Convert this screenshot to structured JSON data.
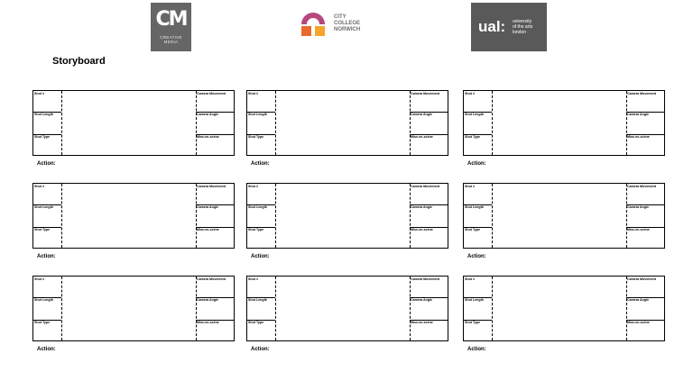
{
  "logos": {
    "cm": {
      "mark": "CM",
      "line1": "CREATIVE",
      "line2": "MEDIA"
    },
    "ccn": {
      "lines": [
        "CITY",
        "COLLEGE",
        "NORWICH"
      ],
      "colors": [
        "#b7477c",
        "#e86a2c",
        "#f4a52a"
      ]
    },
    "ual": {
      "mark": "ual:",
      "lines": [
        "university",
        "of the arts",
        "london"
      ]
    }
  },
  "page_title": "Storyboard",
  "panel_labels": {
    "shot_number": "Shot #",
    "shot_length": "Shot Length",
    "shot_type": "Shot Type",
    "camera_movement": "Camera Movement",
    "camera_angle": "Camera Angle",
    "mise_en_scene": "Mise-en-scène"
  },
  "action_label": "Action:",
  "panel_count": 9
}
